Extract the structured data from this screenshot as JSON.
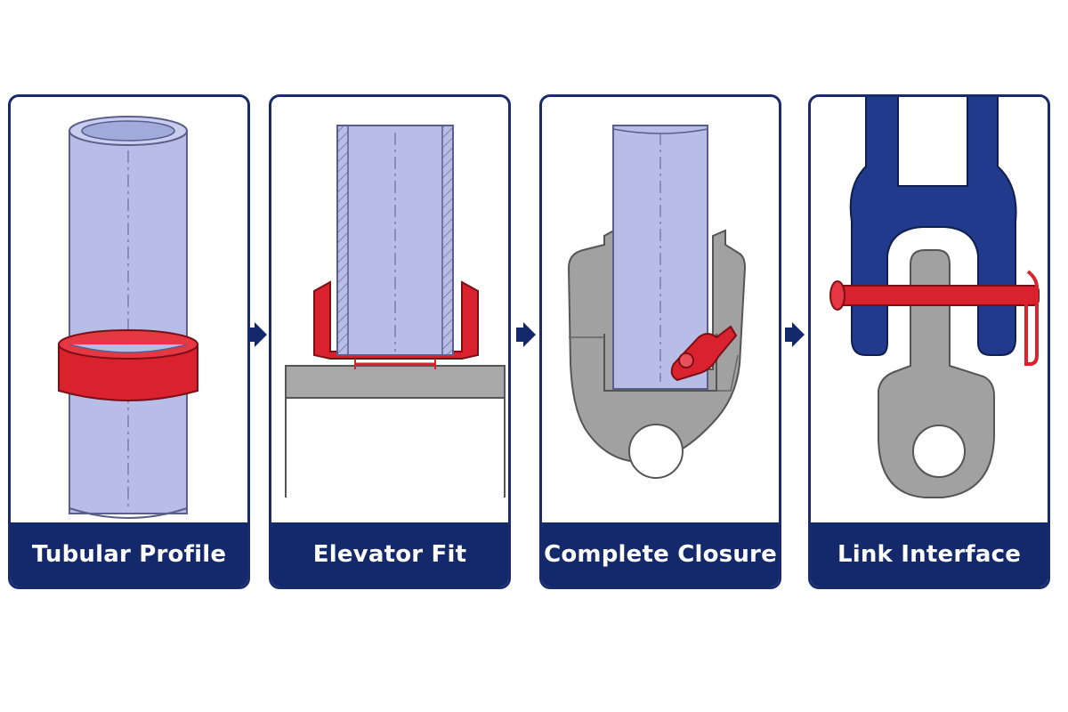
{
  "panels": [
    {
      "label": "Tubular Profile"
    },
    {
      "label": "Elevator Fit"
    },
    {
      "label": "Complete Closure"
    },
    {
      "label": "Link Interface"
    }
  ],
  "colors": {
    "navy": "#14296b",
    "tube": "#b7bde6",
    "tube_dark": "#8e96cf",
    "red": "#d9222e",
    "steel": "#9a9a9a",
    "link_blue": "#223a8c"
  }
}
